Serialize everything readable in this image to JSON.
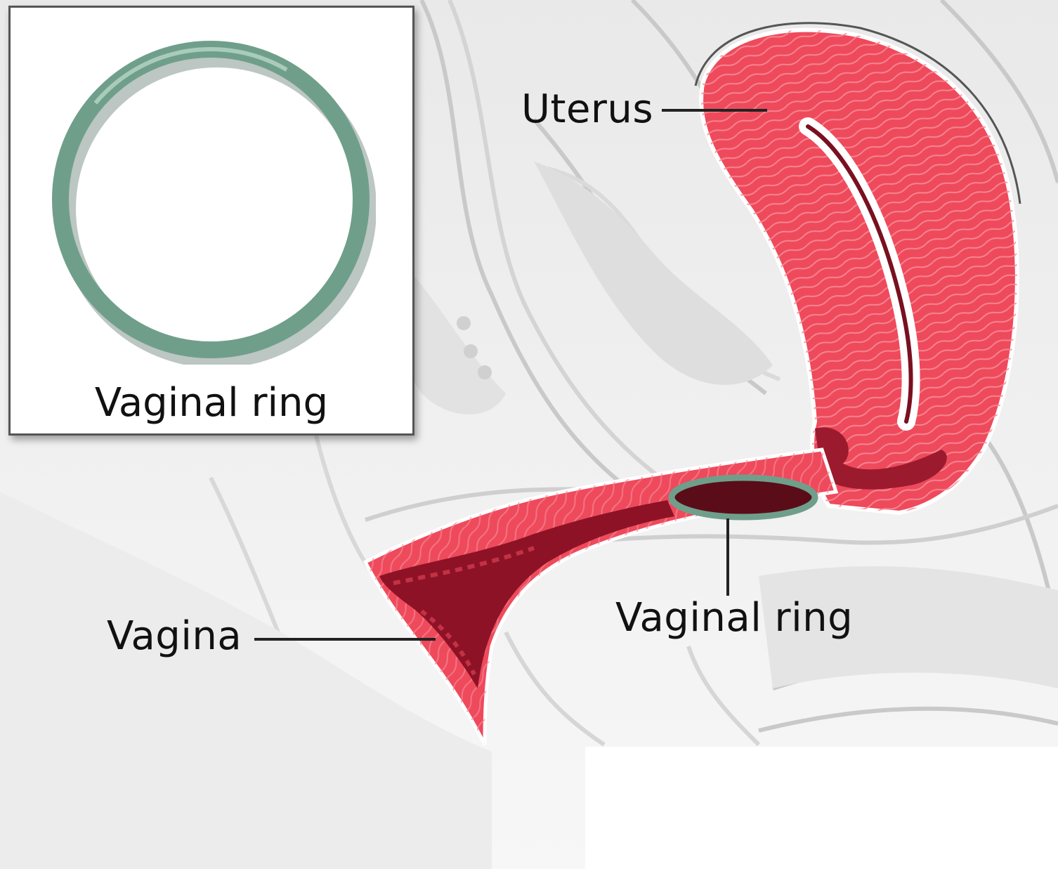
{
  "inset": {
    "caption": "Vaginal ring",
    "ring_color": "#6f9f8a"
  },
  "labels": {
    "uterus": "Uterus",
    "vaginal_ring": "Vaginal ring",
    "vagina": "Vagina"
  },
  "colors": {
    "tissue": "#ee4a5c",
    "tissue_dark": "#8e1226",
    "ring": "#6f9f8a",
    "background_anatomy": "#d6d6d6"
  }
}
